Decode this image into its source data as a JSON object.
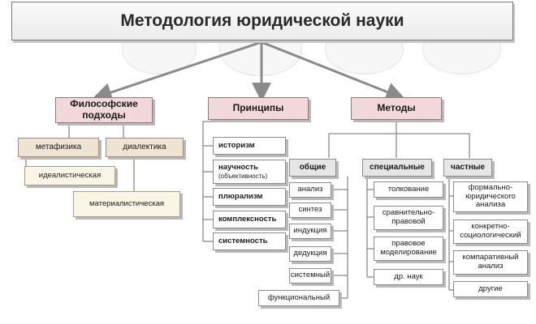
{
  "title": "Методология юридической науки",
  "philosophy": {
    "heading": "Философские подходы",
    "metaphysics": "метафизика",
    "dialectics": "диалектика",
    "idealistic": "идеалистическая",
    "materialistic": "материалистическая"
  },
  "principles": {
    "heading": "Принципы",
    "historicism": "историзм",
    "scientific": "научность",
    "scientific_note": "(объективность)",
    "pluralism": "плюрализм",
    "complexity": "комплексность",
    "systemicity": "системность"
  },
  "methods": {
    "heading": "Методы",
    "general": {
      "heading": "общие",
      "items": [
        "анализ",
        "синтез",
        "индукция",
        "дедукция",
        "системный",
        "функциональный"
      ]
    },
    "special": {
      "heading": "специальные",
      "items": [
        "толкование",
        "сравнительно-правовой",
        "правовое моделирование",
        "др. наук"
      ]
    },
    "particular": {
      "heading": "частные",
      "items": [
        "формально-юридического анализа",
        "конкретно-социологический",
        "компаративный анализ",
        "другие"
      ]
    }
  },
  "colors": {
    "pink": "#f2d8da",
    "tan": "#efe3d3",
    "cream": "#fbf5e6",
    "gray": "#e6e6e6",
    "line": "#8a8a8a"
  }
}
